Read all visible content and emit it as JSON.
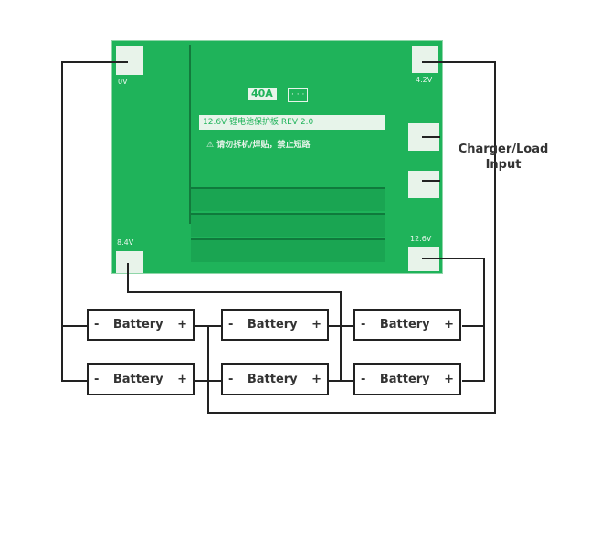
{
  "board": {
    "current_rating": "40A",
    "title": "12.6V 锂电池保护板 REV 2.0",
    "warning": "⚠ 请勿拆机/焊贴，禁止短路",
    "pad_labels": {
      "b_minus": "0V",
      "v42": "4.2V",
      "v84": "8.4V",
      "v126": "12.6V"
    }
  },
  "batteries": [
    {
      "minus": "-",
      "label": "Battery",
      "plus": "+"
    },
    {
      "minus": "-",
      "label": "Battery",
      "plus": "+"
    },
    {
      "minus": "-",
      "label": "Battery",
      "plus": "+"
    },
    {
      "minus": "-",
      "label": "Battery",
      "plus": "+"
    },
    {
      "minus": "-",
      "label": "Battery",
      "plus": "+"
    },
    {
      "minus": "-",
      "label": "Battery",
      "plus": "+"
    }
  ],
  "charger": {
    "line1": "Charger/Load",
    "line2": "Input"
  }
}
